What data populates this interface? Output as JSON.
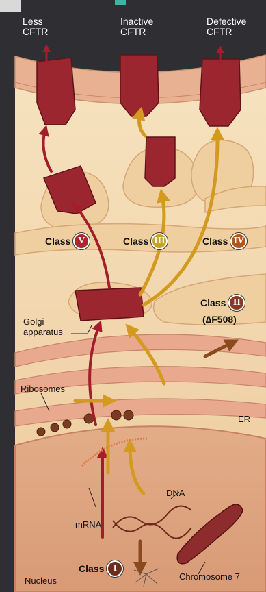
{
  "top_labels": [
    "Less\nCFTR",
    "Inactive\nCFTR",
    "Defective\nCFTR"
  ],
  "classes": {
    "v": {
      "word": "Class",
      "numeral": "V",
      "color": "#b0252c"
    },
    "iii": {
      "word": "Class",
      "numeral": "III",
      "color": "#c9a227"
    },
    "iv": {
      "word": "Class",
      "numeral": "IV",
      "color": "#b3561c"
    },
    "ii": {
      "word": "Class",
      "numeral": "II",
      "color": "#8a3a22",
      "note": "(∆F508)"
    },
    "i": {
      "word": "Class",
      "numeral": "I",
      "color": "#6e2a1a"
    }
  },
  "labels": {
    "golgi": "Golgi\napparatus",
    "ribosomes": "Ribosomes",
    "er": "ER",
    "dna": "DNA",
    "mrna": "mRNA",
    "chromosome": "Chromosome 7",
    "nucleus": "Nucleus"
  },
  "colors": {
    "background": "#2f2f33",
    "cytoplasm": "#f3dcb4",
    "membrane": "#e5a987",
    "protein": "#9c2630",
    "arrow_red": "#a11e2a",
    "arrow_gold": "#d49a20",
    "arrow_brown": "#8b4a1e"
  }
}
